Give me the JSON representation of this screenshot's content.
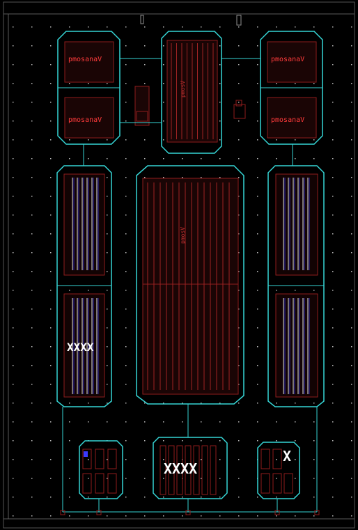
{
  "canvas": {
    "background": "#000000",
    "cyan": "#36d6d6",
    "red": "#8f1d1d",
    "red_fill": "#2a0808",
    "white": "#ffffff",
    "blue": "#3a3aff"
  },
  "layout_labels": {
    "top_left_top": "pmosanaV",
    "top_left_bottom": "pmosanaV",
    "top_right_top": "pmosanaV",
    "top_right_bottom": "pmosanaV",
    "center_top_vertical": "pmosV",
    "center_big_vertical": "pmosV"
  },
  "markers": {
    "x_left": "XXXX",
    "x_bottom_center": "XXXX",
    "x_bottom_right": "X"
  }
}
